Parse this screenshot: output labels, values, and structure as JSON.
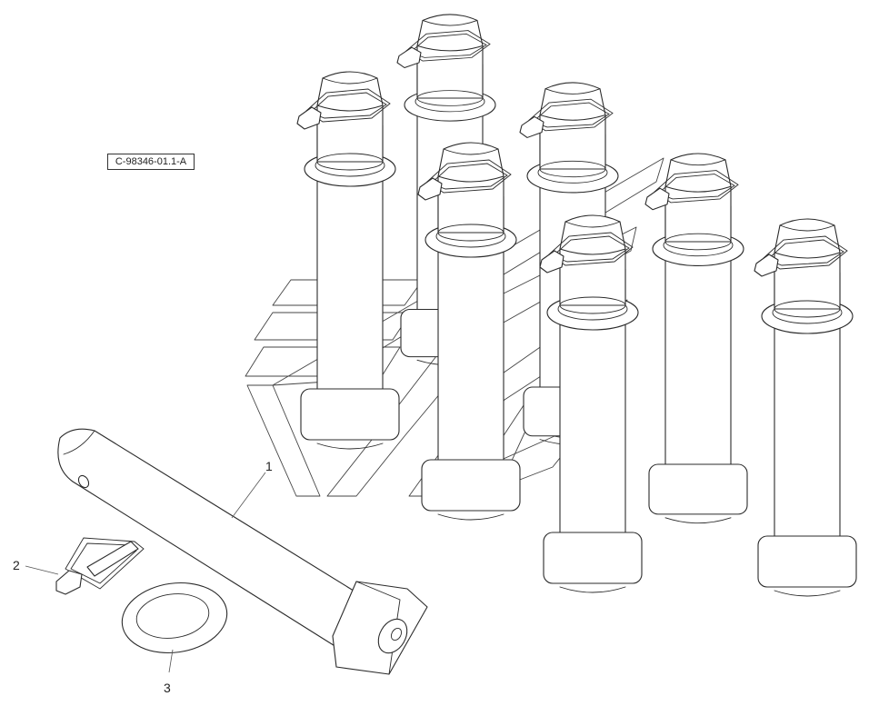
{
  "drawing": {
    "code": "C-98346-01.1-A"
  },
  "callouts": [
    {
      "number": "1"
    },
    {
      "number": "2"
    },
    {
      "number": "3"
    }
  ],
  "assembly": {
    "pin_count": 8,
    "parts": [
      "pin",
      "lynch-pin-clip",
      "washer"
    ]
  },
  "colors": {
    "line": "#2b2b2b",
    "background": "#ffffff"
  }
}
